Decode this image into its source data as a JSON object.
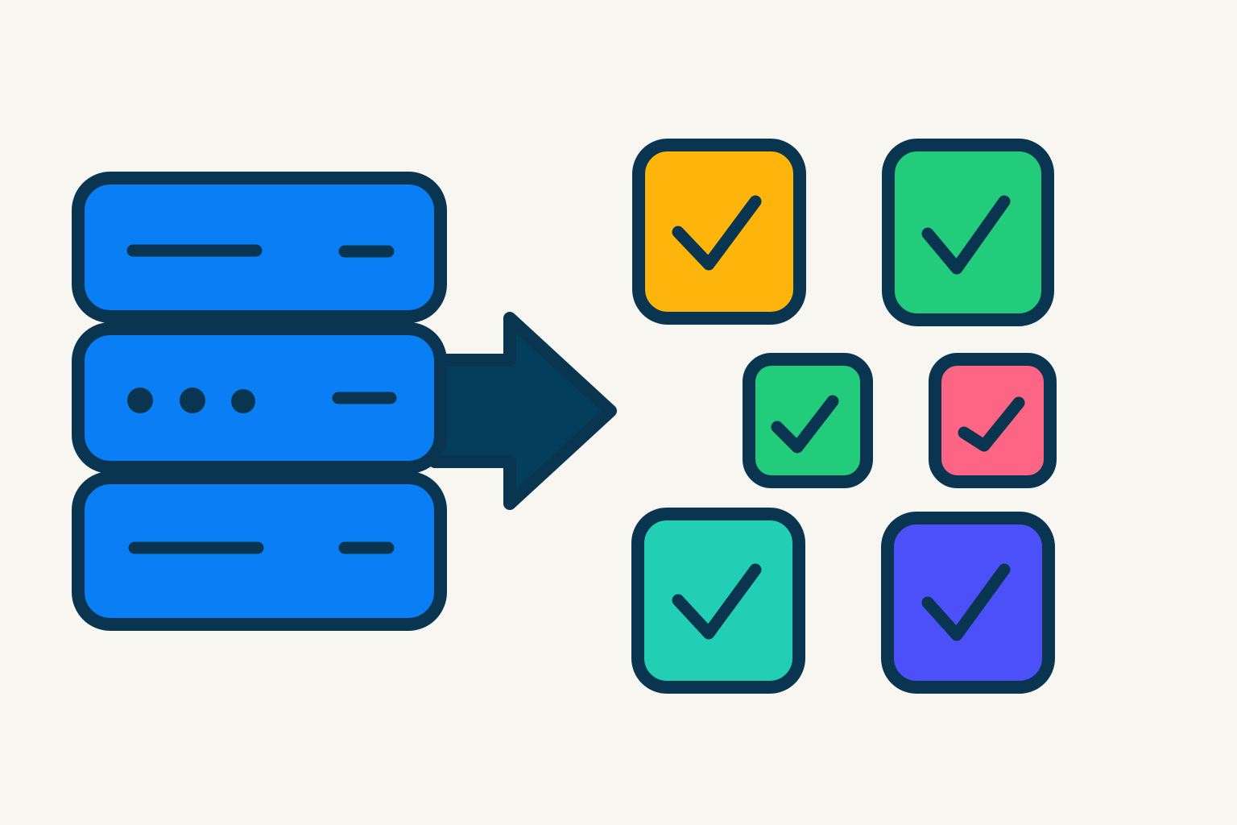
{
  "illustration": {
    "subject": "server-to-checklist",
    "server": {
      "units": 3,
      "icon": "server-stack-icon"
    },
    "arrow": {
      "icon": "arrow-right-icon",
      "direction": "right"
    },
    "checkboxes": [
      {
        "icon": "checkbox-checked-icon",
        "color": "#fdb50b",
        "checked": true
      },
      {
        "icon": "checkbox-checked-icon",
        "color": "#22cc7a",
        "checked": true
      },
      {
        "icon": "checkbox-checked-icon",
        "color": "#22cc7a",
        "checked": true
      },
      {
        "icon": "checkbox-checked-icon",
        "color": "#fd6584",
        "checked": true
      },
      {
        "icon": "checkbox-checked-icon",
        "color": "#22cfb5",
        "checked": true
      },
      {
        "icon": "checkbox-checked-icon",
        "color": "#4b50f8",
        "checked": true
      }
    ]
  },
  "colors": {
    "background": "#f8f6f0",
    "outline": "#093550",
    "server": "#0a7ff5",
    "arrow": "#033f5a"
  }
}
